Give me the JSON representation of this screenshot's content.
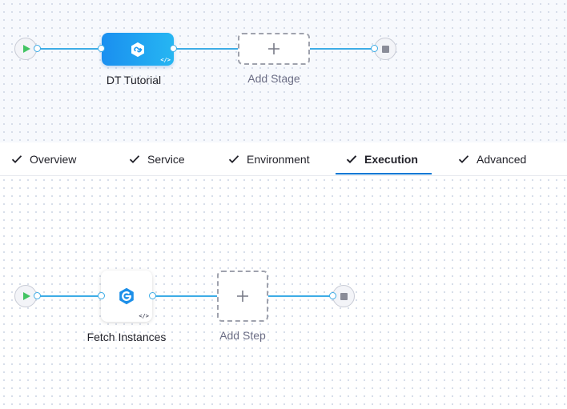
{
  "pipeline": {
    "stage": {
      "label": "DT Tutorial"
    },
    "add_stage_label": "Add Stage"
  },
  "tabs": [
    {
      "label": "Overview",
      "completed": true,
      "active": false
    },
    {
      "label": "Service",
      "completed": true,
      "active": false
    },
    {
      "label": "Environment",
      "completed": true,
      "active": false
    },
    {
      "label": "Execution",
      "completed": true,
      "active": true
    },
    {
      "label": "Advanced",
      "completed": true,
      "active": false
    }
  ],
  "execution": {
    "step": {
      "label": "Fetch Instances"
    },
    "add_step_label": "Add Step"
  },
  "colors": {
    "connector": "#3dace6",
    "stage_gradient_start": "#1a8ff0",
    "stage_gradient_end": "#26b6f2",
    "start_play": "#43c463",
    "end_stop": "#8a8c98",
    "active_tab_underline": "#0278d5"
  },
  "icons": {
    "stage": "deployment-icon",
    "step": "fetch-instances-icon",
    "tab_status": "check-icon",
    "add": "plus-icon",
    "yaml": "code-icon"
  }
}
